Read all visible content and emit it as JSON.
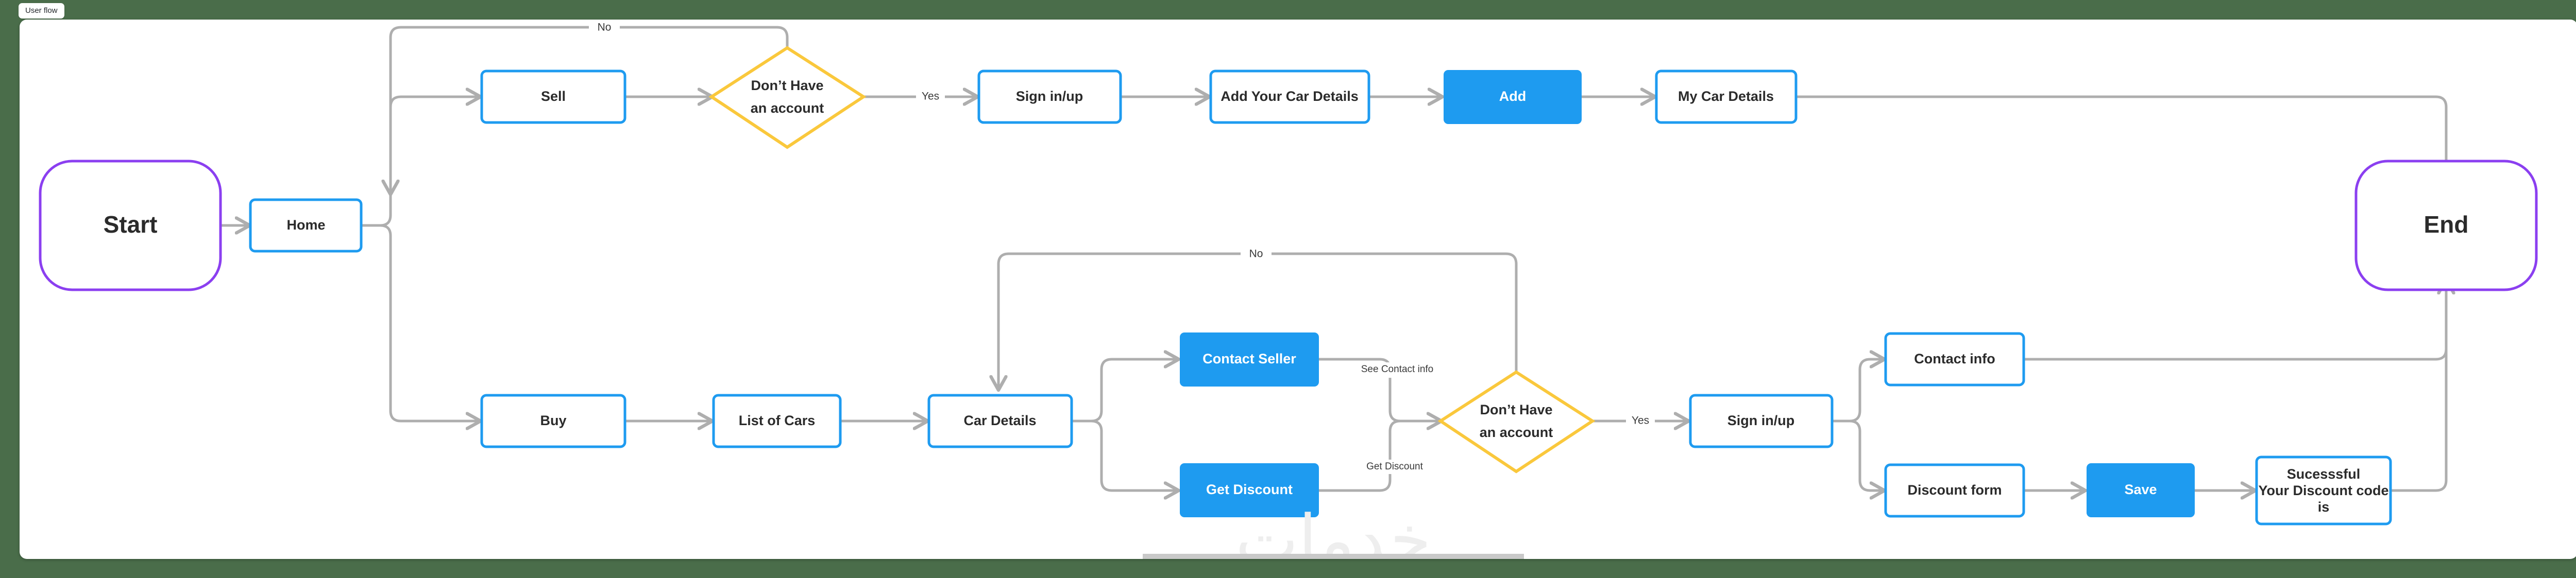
{
  "app": {
    "tab_label": "User flow",
    "canvas_background": "#ffffff",
    "page_background": "#4a6d4a",
    "watermark": "خدمات"
  },
  "theme": {
    "node_border_blue": "#1e9bf0",
    "node_fill_blue": "#1e9bf0",
    "decision_border_yellow": "#fac83c",
    "terminal_border_purple": "#8b3ff0",
    "edge_gray": "#aeaeae",
    "text_dark": "#2b2b2b",
    "text_white": "#ffffff"
  },
  "diagram": {
    "type": "flowchart",
    "title": "User flow",
    "nodes": [
      {
        "id": "start",
        "label": "Start",
        "shape": "terminal",
        "style": "outline-purple"
      },
      {
        "id": "home",
        "label": "Home",
        "shape": "rect",
        "style": "outline-blue"
      },
      {
        "id": "sell",
        "label": "Sell",
        "shape": "rect",
        "style": "outline-blue"
      },
      {
        "id": "dec-top",
        "label": "Don’t Have an account",
        "label_line1": "Don’t Have",
        "label_line2": "an account",
        "shape": "diamond",
        "style": "outline-yellow"
      },
      {
        "id": "signin-top",
        "label": "Sign in/up",
        "shape": "rect",
        "style": "outline-blue"
      },
      {
        "id": "add-car-details",
        "label": "Add Your Car Details",
        "shape": "rect",
        "style": "outline-blue"
      },
      {
        "id": "add",
        "label": "Add",
        "shape": "rect",
        "style": "filled-blue"
      },
      {
        "id": "my-car-details",
        "label": "My Car Details",
        "shape": "rect",
        "style": "outline-blue"
      },
      {
        "id": "buy",
        "label": "Buy",
        "shape": "rect",
        "style": "outline-blue"
      },
      {
        "id": "list-of-cars",
        "label": "List of Cars",
        "shape": "rect",
        "style": "outline-blue"
      },
      {
        "id": "car-details",
        "label": "Car Details",
        "shape": "rect",
        "style": "outline-blue"
      },
      {
        "id": "contact-seller",
        "label": "Contact Seller",
        "shape": "rect",
        "style": "filled-blue"
      },
      {
        "id": "get-discount",
        "label": "Get Discount",
        "shape": "rect",
        "style": "filled-blue"
      },
      {
        "id": "dec-bottom",
        "label": "Don’t Have an account",
        "label_line1": "Don’t Have",
        "label_line2": "an account",
        "shape": "diamond",
        "style": "outline-yellow"
      },
      {
        "id": "signin-bottom",
        "label": "Sign in/up",
        "shape": "rect",
        "style": "outline-blue"
      },
      {
        "id": "contact-info",
        "label": "Contact info",
        "shape": "rect",
        "style": "outline-blue"
      },
      {
        "id": "discount-form",
        "label": "Discount form",
        "shape": "rect",
        "style": "outline-blue"
      },
      {
        "id": "save",
        "label": "Save",
        "shape": "rect",
        "style": "filled-blue"
      },
      {
        "id": "successful",
        "label": "Sucesssful Your Discount code is",
        "label_line1": "Sucesssful",
        "label_line2": "Your Discount code",
        "label_line3": "is",
        "shape": "rect",
        "style": "outline-blue"
      },
      {
        "id": "end",
        "label": "End",
        "shape": "terminal",
        "style": "outline-purple"
      }
    ],
    "edges": [
      {
        "from": "start",
        "to": "home",
        "label": ""
      },
      {
        "from": "home",
        "to": "sell",
        "label": ""
      },
      {
        "from": "home",
        "to": "buy",
        "label": ""
      },
      {
        "from": "sell",
        "to": "dec-top",
        "label": ""
      },
      {
        "from": "dec-top",
        "to": "home",
        "label": "No"
      },
      {
        "from": "dec-top",
        "to": "signin-top",
        "label": "Yes"
      },
      {
        "from": "signin-top",
        "to": "add-car-details",
        "label": ""
      },
      {
        "from": "add-car-details",
        "to": "add",
        "label": ""
      },
      {
        "from": "add",
        "to": "my-car-details",
        "label": ""
      },
      {
        "from": "my-car-details",
        "to": "end",
        "label": ""
      },
      {
        "from": "buy",
        "to": "list-of-cars",
        "label": ""
      },
      {
        "from": "list-of-cars",
        "to": "car-details",
        "label": ""
      },
      {
        "from": "car-details",
        "to": "contact-seller",
        "label": ""
      },
      {
        "from": "car-details",
        "to": "get-discount",
        "label": ""
      },
      {
        "from": "contact-seller",
        "to": "dec-bottom",
        "label": "See Contact info"
      },
      {
        "from": "get-discount",
        "to": "dec-bottom",
        "label": "Get Discount"
      },
      {
        "from": "dec-bottom",
        "to": "car-details",
        "label": "No"
      },
      {
        "from": "dec-bottom",
        "to": "signin-bottom",
        "label": "Yes"
      },
      {
        "from": "signin-bottom",
        "to": "contact-info",
        "label": ""
      },
      {
        "from": "signin-bottom",
        "to": "discount-form",
        "label": ""
      },
      {
        "from": "discount-form",
        "to": "save",
        "label": ""
      },
      {
        "from": "save",
        "to": "successful",
        "label": ""
      },
      {
        "from": "successful",
        "to": "end",
        "label": ""
      },
      {
        "from": "contact-info",
        "to": "end",
        "label": ""
      }
    ],
    "edge_labels": {
      "top_no": "No",
      "top_yes": "Yes",
      "bottom_no": "No",
      "bottom_yes": "Yes",
      "see_contact_info": "See Contact info",
      "get_discount": "Get Discount"
    }
  }
}
